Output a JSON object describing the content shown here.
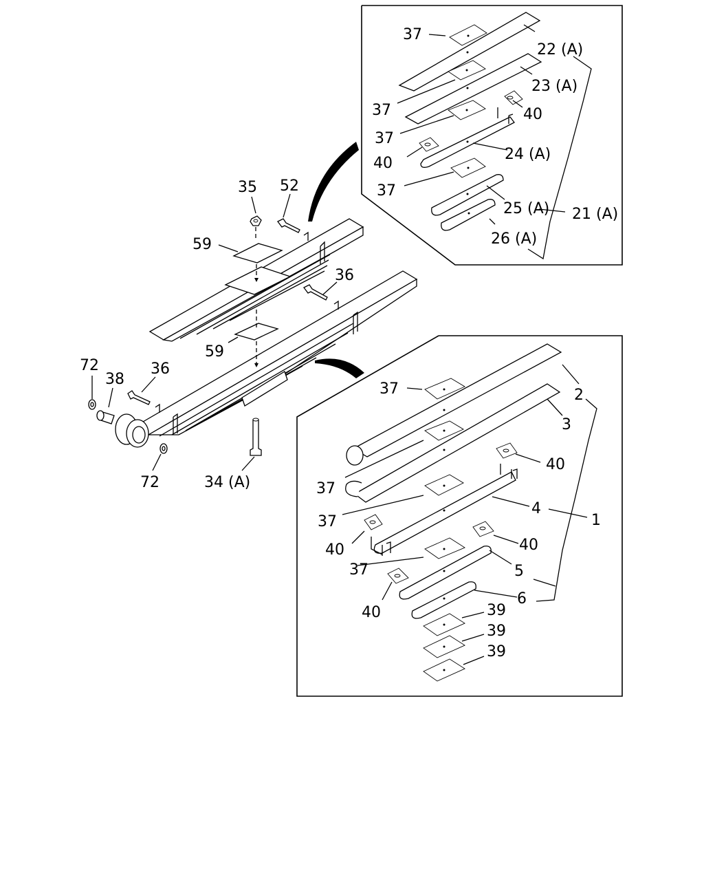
{
  "labels": {
    "upper_detail": {
      "l37a": "37",
      "l22": "22 (A)",
      "l23": "23 (A)",
      "l37b": "37",
      "l40a": "40",
      "l37c": "37",
      "l24": "24 (A)",
      "l40b": "40",
      "l37d": "37",
      "l25": "25 (A)",
      "l21": "21 (A)",
      "l26": "26 (A)"
    },
    "main": {
      "l35": "35",
      "l52": "52",
      "l59a": "59",
      "l36a": "36",
      "l59b": "59",
      "l72a": "72",
      "l38": "38",
      "l36b": "36",
      "l72b": "72",
      "l34": "34 (A)"
    },
    "lower_detail": {
      "l37a": "37",
      "l2": "2",
      "l3": "3",
      "l40a": "40",
      "l37b": "37",
      "l37c": "37",
      "l4": "4",
      "l1": "1",
      "l40b": "40",
      "l40c": "40",
      "l37d": "37",
      "l5": "5",
      "l6": "6",
      "l40d": "40",
      "l39a": "39",
      "l39b": "39",
      "l39c": "39"
    }
  }
}
